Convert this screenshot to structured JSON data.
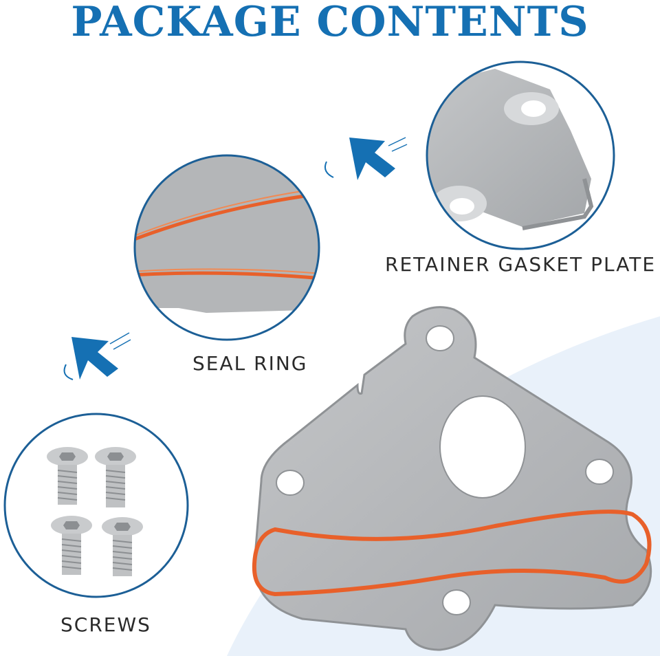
{
  "title": "PACKAGE CONTENTS",
  "items": [
    {
      "label": "RETAINER GASKET PLATE"
    },
    {
      "label": "SEAL RING"
    },
    {
      "label": "SCREWS"
    }
  ],
  "colors": {
    "brand_blue": "#1570b3",
    "circle_border": "#1c5f96",
    "metal": "#b4b6b8",
    "seal_orange": "#e8602a",
    "background_wave": "#e9f1fa"
  },
  "icons": [
    "arrow-icon",
    "arrow-icon"
  ]
}
